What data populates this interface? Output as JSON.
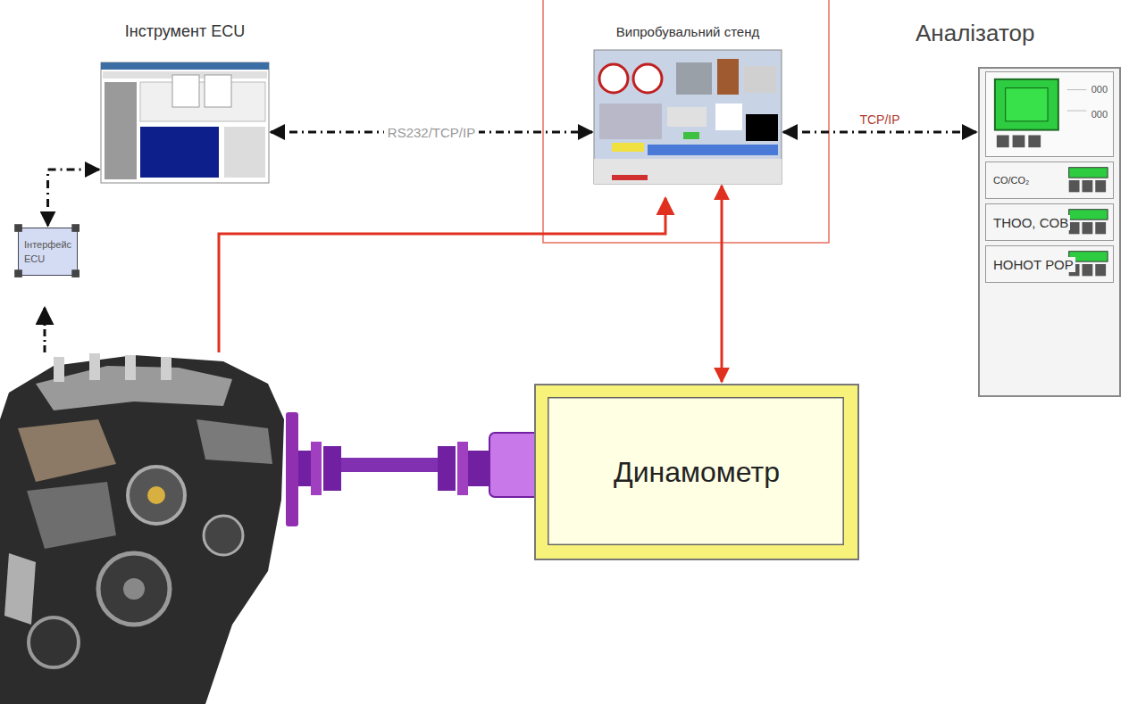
{
  "diagram": {
    "nodes": [
      {
        "text": [
          "Інструмент ECU"
        ]
      },
      {
        "text": [
          "Випробувальний стенд"
        ]
      },
      {
        "text": [
          "Аналізатор"
        ]
      },
      {
        "text": [
          "000",
          "000"
        ],
        "in": 2
      },
      {
        "text": [
          "CO/CO₂"
        ],
        "in": 2
      },
      {
        "text": [
          "THOO, COB"
        ],
        "in": 2
      },
      {
        "text": [
          "НОНОТ РОР"
        ],
        "in": 2
      },
      {
        "text": [
          "Інтерфейс ECU"
        ]
      },
      {
        "text": [
          "Динамометр"
        ]
      }
    ],
    "edges": [
      {
        "from": 0,
        "to": 1,
        "arrow": "both",
        "label": "RS232/TCP/IP"
      },
      {
        "from": 1,
        "to": 2,
        "arrow": "both",
        "label": "TCP/IP"
      },
      {
        "from": 1,
        "to": 8,
        "arrow": "both"
      },
      {
        "from": 7,
        "to": 0,
        "arrow": "both"
      }
    ]
  }
}
